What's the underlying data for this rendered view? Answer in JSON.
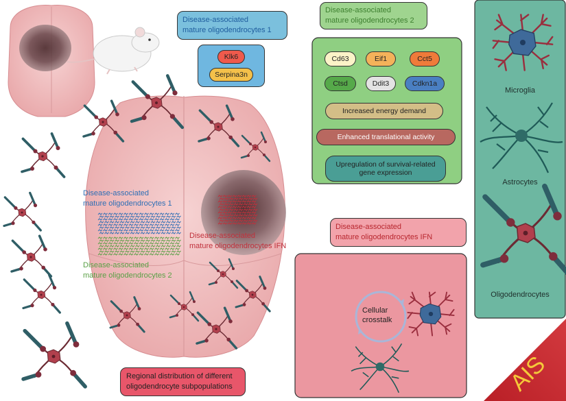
{
  "dom1": {
    "title_line1": "Disease-associated",
    "title_line2": "mature oligodendrocytes 1",
    "genes": [
      "Klk6",
      "Serpina3n"
    ]
  },
  "dom2": {
    "title_line1": "Disease-associated",
    "title_line2": "mature oligodendrocytes 2",
    "genes": [
      "Cd63",
      "Eif1",
      "Cct5",
      "Ctsd",
      "Ddit3",
      "Cdkn1a"
    ],
    "features": [
      "Increased energy demand",
      "Enhanced translational activity",
      "Upregulation of survival-related gene expression"
    ]
  },
  "domifn": {
    "title_line1": "Disease-associated",
    "title_line2": "mature oligodendrocytes IFN"
  },
  "brain_labels": {
    "dom1_line1": "Disease-associated",
    "dom1_line2": "mature oligodendrocytes 1",
    "dom2_line1": "Disease-associated",
    "dom2_line2": "mature oligodendrocytes 2",
    "ifn_line1": "Disease-associated",
    "ifn_line2": "mature oligodendrocytes IFN"
  },
  "crosstalk": {
    "line1": "Cellular",
    "line2": "crosstalk"
  },
  "bottom_label": {
    "line1": "Regional distribution of different",
    "line2": "oligodendrocyte subpopulations"
  },
  "cell_types": [
    "Microglia",
    "Astrocytes",
    "Oligodendrocytes"
  ],
  "corner_label": "AIS",
  "colors": {
    "dom1": "#2f6fb5",
    "dom2": "#5aa046",
    "ifn": "#c0313c",
    "green_panel": "#8fcf82",
    "red_panel": "#eb97a0",
    "teal_panel": "#6db7a1",
    "brain": "#f2c3c4",
    "corner": "#c0272d",
    "corner_text": "#f5c93a"
  }
}
